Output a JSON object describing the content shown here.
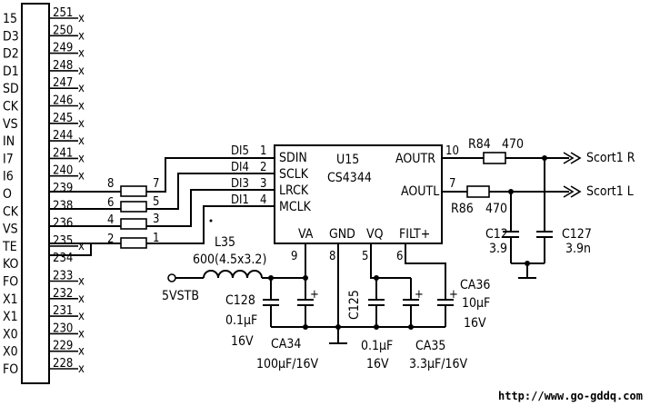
{
  "connector": {
    "labels": [
      "15",
      "D3",
      "D2",
      "D1",
      "SD",
      "CK",
      "VS",
      "IN",
      "I7",
      "I6",
      "O",
      "CK",
      "VS",
      "TE",
      "KO",
      "FO",
      "X1",
      "X1",
      "X0",
      "X0",
      "FO"
    ],
    "pins": [
      "251",
      "250",
      "249",
      "248",
      "247",
      "246",
      "245",
      "244",
      "241",
      "240",
      "239",
      "238",
      "236",
      "235",
      "234",
      "233",
      "232",
      "231",
      "230",
      "229",
      "228"
    ],
    "nc_mark": "x"
  },
  "resistor_network": {
    "left_pins": [
      "8",
      "6",
      "4",
      "2"
    ],
    "right_pins": [
      "7",
      "5",
      "3",
      "1"
    ]
  },
  "ic": {
    "ref": "U15",
    "part": "CS4344",
    "left_pins": [
      {
        "num": "1",
        "name": "SDIN",
        "net": "DI5"
      },
      {
        "num": "2",
        "name": "SCLK",
        "net": "DI4"
      },
      {
        "num": "3",
        "name": "LRCK",
        "net": "DI3"
      },
      {
        "num": "4",
        "name": "MCLK",
        "net": "DI1"
      }
    ],
    "right_pins": [
      {
        "num": "10",
        "name": "AOUTR"
      },
      {
        "num": "7",
        "name": "AOUTL"
      }
    ],
    "bottom_pins": [
      {
        "num": "9",
        "name": "VA"
      },
      {
        "num": "8",
        "name": "GND"
      },
      {
        "num": "5",
        "name": "VQ"
      },
      {
        "num": "6",
        "name": "FILT+"
      }
    ]
  },
  "components": {
    "r84": {
      "ref": "R84",
      "value": "470"
    },
    "r86": {
      "ref": "R86",
      "value": "470"
    },
    "c127": {
      "ref": "C127",
      "value": "3.9n"
    },
    "c12x": {
      "ref": "C12",
      "value": "3.9"
    },
    "l35": {
      "ref": "L35",
      "value": "600(4.5x3.2)"
    },
    "power": "5VSTB",
    "c128": {
      "ref": "C128",
      "value": "0.1µF",
      "voltage": "16V"
    },
    "ca34": {
      "ref": "CA34",
      "value": "100µF/16V"
    },
    "c125": {
      "ref": "C125",
      "value": "0.1µF",
      "voltage": "16V"
    },
    "ca35": {
      "ref": "CA35",
      "value": "3.3µF/16V"
    },
    "ca36": {
      "ref": "CA36",
      "value": "10µF",
      "voltage": "16V"
    }
  },
  "outputs": {
    "right": "Scort1 R",
    "left": "Scort1 L"
  },
  "watermark": "http://www.go-gddq.com"
}
